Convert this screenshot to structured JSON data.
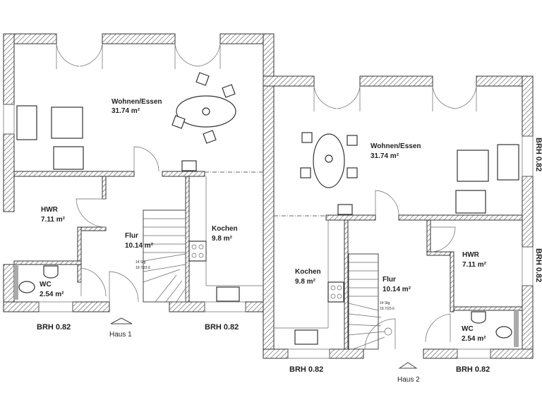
{
  "haus1": {
    "name": "Haus 1",
    "rooms": [
      {
        "name": "Wohnen/Essen",
        "area": "31.74 m²"
      },
      {
        "name": "HWR",
        "area": "7.11 m²"
      },
      {
        "name": "Flur",
        "area": "10.14 m²"
      },
      {
        "name": "Kochen",
        "area": "9.8 m²"
      },
      {
        "name": "WC",
        "area": "2.54 m²"
      }
    ],
    "stairs": {
      "steps": "14 Stg",
      "ratio": "19.7/23.6"
    },
    "brh": [
      "BRH 0.82",
      "BRH 0.82"
    ]
  },
  "haus2": {
    "name": "Haus 2",
    "rooms": [
      {
        "name": "Wohnen/Essen",
        "area": "31.74 m²"
      },
      {
        "name": "Kochen",
        "area": "9.8 m²"
      },
      {
        "name": "Flur",
        "area": "10.14 m²"
      },
      {
        "name": "HWR",
        "area": "7.11 m²"
      },
      {
        "name": "WC",
        "area": "2.54 m²"
      }
    ],
    "stairs": {
      "steps": "14 Stg",
      "ratio": "19.7/23.6"
    },
    "brh": [
      "BRH 0.82",
      "BRH 0.82",
      "BRH 0.82",
      "BRH 0.82"
    ]
  }
}
